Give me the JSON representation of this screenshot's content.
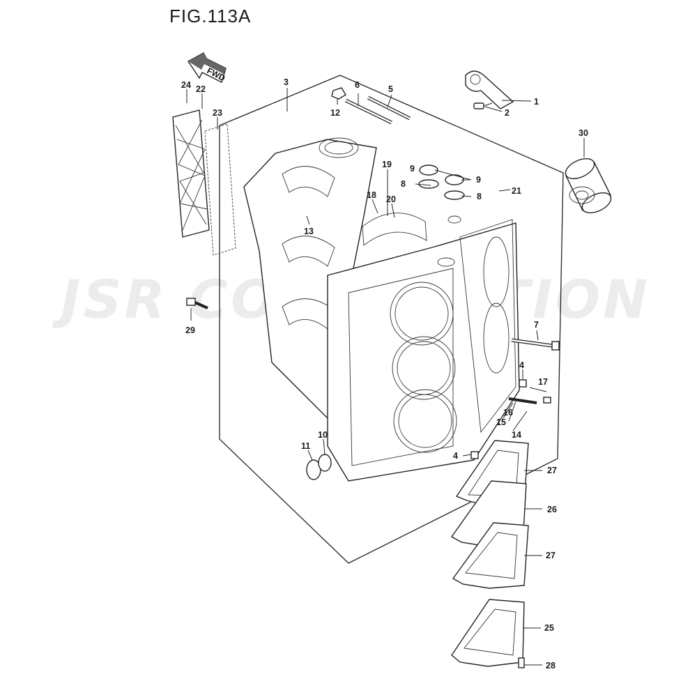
{
  "figure": {
    "title": "FIG.113A",
    "direction_arrow_label": "FWD",
    "watermark_text": "JSR CORPORATION"
  },
  "callouts": [
    {
      "id": "c1",
      "label": "1"
    },
    {
      "id": "c2",
      "label": "2"
    },
    {
      "id": "c3",
      "label": "3"
    },
    {
      "id": "c4a",
      "label": "4"
    },
    {
      "id": "c4b",
      "label": "4"
    },
    {
      "id": "c5",
      "label": "5"
    },
    {
      "id": "c6",
      "label": "6"
    },
    {
      "id": "c7",
      "label": "7"
    },
    {
      "id": "c8a",
      "label": "8"
    },
    {
      "id": "c8b",
      "label": "8"
    },
    {
      "id": "c9a",
      "label": "9"
    },
    {
      "id": "c9b",
      "label": "9"
    },
    {
      "id": "c10",
      "label": "10"
    },
    {
      "id": "c11",
      "label": "11"
    },
    {
      "id": "c12",
      "label": "12"
    },
    {
      "id": "c13",
      "label": "13"
    },
    {
      "id": "c14",
      "label": "14"
    },
    {
      "id": "c15",
      "label": "15"
    },
    {
      "id": "c16",
      "label": "16"
    },
    {
      "id": "c17",
      "label": "17"
    },
    {
      "id": "c18",
      "label": "18"
    },
    {
      "id": "c19",
      "label": "19"
    },
    {
      "id": "c20",
      "label": "20"
    },
    {
      "id": "c21",
      "label": "21"
    },
    {
      "id": "c22",
      "label": "22"
    },
    {
      "id": "c23",
      "label": "23"
    },
    {
      "id": "c24",
      "label": "24"
    },
    {
      "id": "c25",
      "label": "25"
    },
    {
      "id": "c26",
      "label": "26"
    },
    {
      "id": "c27a",
      "label": "27"
    },
    {
      "id": "c27b",
      "label": "27"
    },
    {
      "id": "c28",
      "label": "28"
    },
    {
      "id": "c29",
      "label": "29"
    },
    {
      "id": "c30",
      "label": "30"
    }
  ]
}
